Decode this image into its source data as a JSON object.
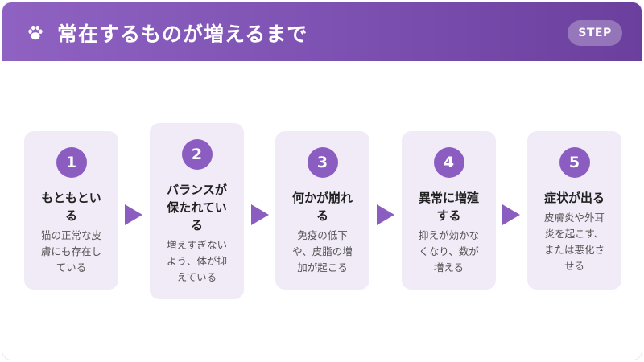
{
  "header": {
    "icon": "paw-icon",
    "title": "常在するものが増えるまで",
    "badge": "STEP"
  },
  "steps": [
    {
      "number": "1",
      "title": "もともとい\nる",
      "description": "猫の正常な皮\n膚にも存在し\nている"
    },
    {
      "number": "2",
      "title": "バランスが\n保たれてい\nる",
      "description": "増えすぎない\nよう、体が抑\nえている"
    },
    {
      "number": "3",
      "title": "何かが崩れ\nる",
      "description": "免疫の低下\nや、皮脂の増\n加が起こる"
    },
    {
      "number": "4",
      "title": "異常に増殖\nする",
      "description": "抑えが効かな\nくなり、数が\n増える"
    },
    {
      "number": "5",
      "title": "症状が出る",
      "description": "皮膚炎や外耳\n炎を起こす、\nまたは悪化さ\nせる"
    }
  ],
  "colors": {
    "accent": "#8c5dc0",
    "header_start": "#8f62c2",
    "header_end": "#6b3f9d",
    "card_bg": "#f1ebf8"
  }
}
